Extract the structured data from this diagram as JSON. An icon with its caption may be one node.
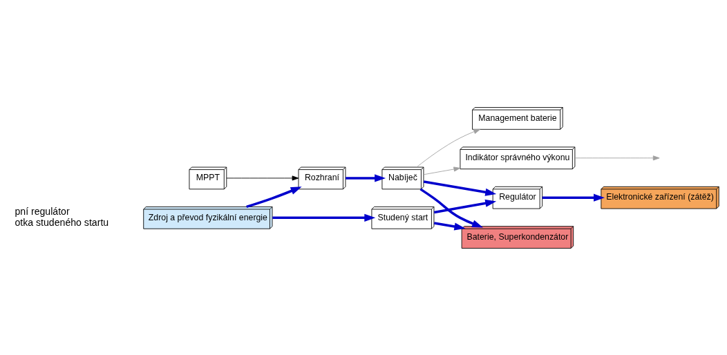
{
  "diagram": {
    "nodes": [
      {
        "text": [
          "Zdroj a převod fyzikální energie"
        ]
      },
      {
        "text": [
          "MPPT"
        ]
      },
      {
        "text": [
          "Rozhraní"
        ]
      },
      {
        "text": [
          "Nabíječ"
        ]
      },
      {
        "text": [
          "Management baterie"
        ]
      },
      {
        "text": [
          "Baterie, Superkondenzátor"
        ]
      },
      {
        "text": [
          "Indikátor správného výkonu"
        ]
      },
      {
        "text": [
          "Regulátor"
        ]
      },
      {
        "text": [
          "Elektronické zařízení (zátěž)"
        ]
      },
      {
        "text": [
          "Studený start"
        ]
      }
    ],
    "edges": [
      {
        "from": 0,
        "to": 2,
        "arrow": "to"
      },
      {
        "from": 0,
        "to": 9,
        "arrow": "to"
      },
      {
        "from": 1,
        "to": 2,
        "arrow": "to",
        "color": "#000000"
      },
      {
        "from": 2,
        "to": 3,
        "arrow": "to"
      },
      {
        "from": 3,
        "to": 5,
        "arrow": "to"
      },
      {
        "from": 3,
        "to": 7,
        "arrow": "to"
      },
      {
        "from": 9,
        "to": 5,
        "arrow": "to"
      },
      {
        "from": 9,
        "to": 7,
        "arrow": "to"
      },
      {
        "from": 3,
        "to": 4,
        "arrow": "to",
        "color": "#a0a0a0"
      },
      {
        "from": 3,
        "to": 6,
        "arrow": "to",
        "color": "#a0a0a0"
      },
      {
        "from": 7,
        "to": 8,
        "arrow": "to"
      },
      {
        "from": 6,
        "to": null,
        "arrow": "to",
        "color": "#a0a0a0"
      }
    ],
    "labels": [
      "pní regulátor",
      "otka studeného startu"
    ]
  }
}
